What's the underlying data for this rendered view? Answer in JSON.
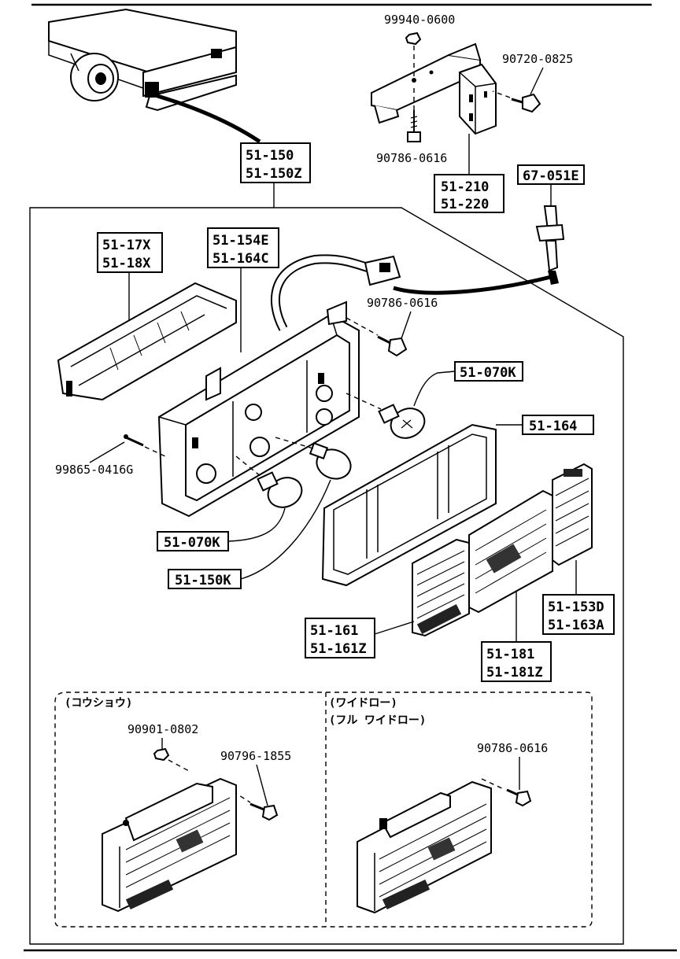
{
  "labels": {
    "l_99940_0600": "99940-0600",
    "l_90720_0825": "90720-0825",
    "l_90786_0616_top": "90786-0616",
    "l_51_150": "51-150",
    "l_51_150z": "51-150Z",
    "l_51_210": "51-210",
    "l_51_220": "51-220",
    "l_67_051e": "67-051E",
    "l_51_17x": "51-17X",
    "l_51_18x": "51-18X",
    "l_51_154e": "51-154E",
    "l_51_164c": "51-164C",
    "l_90786_0616_mid": "90786-0616",
    "l_51_070k_a": "51-070K",
    "l_51_164": "51-164",
    "l_99865_0416g": "99865-0416G",
    "l_51_070k_b": "51-070K",
    "l_51_150k": "51-150K",
    "l_51_161": "51-161",
    "l_51_161z": "51-161Z",
    "l_51_181": "51-181",
    "l_51_181z": "51-181Z",
    "l_51_153d": "51-153D",
    "l_51_163a": "51-163A",
    "l_90901_0802": "90901-0802",
    "l_90796_1855": "90796-1855",
    "l_90786_0616_bot": "90786-0616"
  },
  "variants": {
    "left_title": "(コウショウ)",
    "right_title_1": "(ワイドロー)",
    "right_title_2": "(フル ワイドロー)"
  }
}
